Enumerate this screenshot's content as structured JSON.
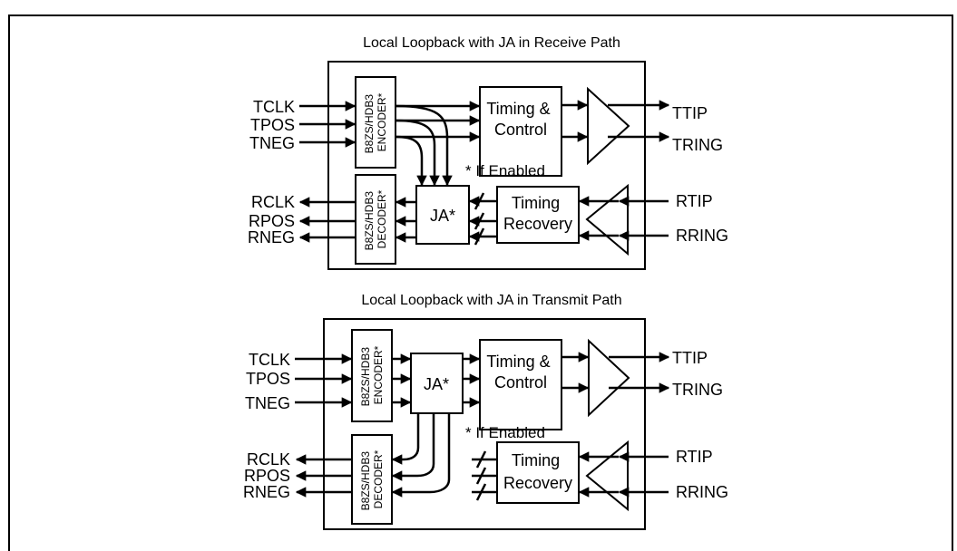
{
  "diagrams": [
    {
      "title": "Local Loopback with JA in Receive Path",
      "inputs_left": [
        "TCLK",
        "TPOS",
        "TNEG"
      ],
      "outputs_left": [
        "RCLK",
        "RPOS",
        "RNEG"
      ],
      "encoder_label": [
        "B8ZS/HDB3",
        "ENCODER*"
      ],
      "decoder_label": [
        "B8ZS/HDB3",
        "DECODER*"
      ],
      "ja_label": "JA*",
      "timing_control_label": [
        "Timing &",
        "Control"
      ],
      "timing_recovery_label": [
        "Timing",
        "Recovery"
      ],
      "note": "* If Enabled",
      "outputs_right": [
        "TTIP",
        "TRING"
      ],
      "inputs_right": [
        "RTIP",
        "RRING"
      ]
    },
    {
      "title": "Local Loopback with JA in Transmit Path",
      "inputs_left": [
        "TCLK",
        "TPOS",
        "TNEG"
      ],
      "outputs_left": [
        "RCLK",
        "RPOS",
        "RNEG"
      ],
      "encoder_label": [
        "B8ZS/HDB3",
        "ENCODER*"
      ],
      "decoder_label": [
        "B8ZS/HDB3",
        "DECODER*"
      ],
      "ja_label": "JA*",
      "timing_control_label": [
        "Timing &",
        "Control"
      ],
      "timing_recovery_label": [
        "Timing",
        "Recovery"
      ],
      "note": "* If Enabled",
      "outputs_right": [
        "TTIP",
        "TRING"
      ],
      "inputs_right": [
        "RTIP",
        "RRING"
      ]
    }
  ]
}
